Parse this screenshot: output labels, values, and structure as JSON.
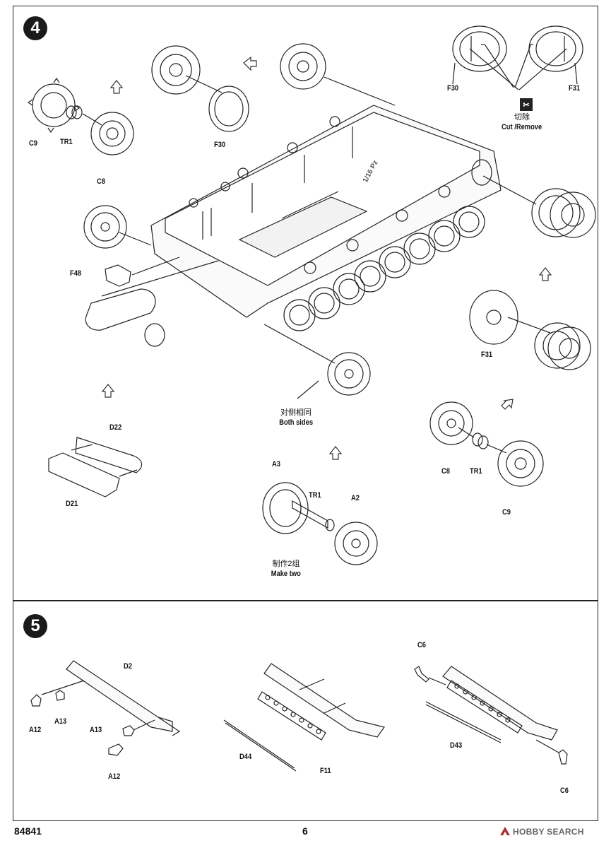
{
  "steps": {
    "step4": {
      "number": "4",
      "parts": {
        "c9_left": "C9",
        "tr1_left": "TR1",
        "c8_left": "C8",
        "f30_middle": "F30",
        "f48": "F48",
        "f30_inset": "F30",
        "f31_inset": "F31",
        "f31_right": "F31",
        "c8_right": "C8",
        "tr1_right": "TR1",
        "c9_right": "C9",
        "d22": "D22",
        "d21": "D21",
        "a3": "A3",
        "tr1_bottom": "TR1",
        "a2": "A2"
      },
      "cut_note": {
        "cn": "切除",
        "en": "Cut /Remove"
      },
      "both_sides_note": {
        "cn": "对侧相同",
        "en": "Both sides"
      },
      "make_two_note": {
        "cn": "制作2组",
        "en": "Make two"
      },
      "hull_marking": "1/16 Pz"
    },
    "step5": {
      "number": "5",
      "parts": {
        "d2": "D2",
        "a12_top": "A12",
        "a13_top": "A13",
        "a13_bottom": "A13",
        "a12_bottom": "A12",
        "d44": "D44",
        "f11": "F11",
        "c6_top": "C6",
        "d43": "D43",
        "c6_bottom": "C6"
      }
    }
  },
  "footer": {
    "product_code": "84841",
    "page_number": "6",
    "watermark": "HOBBY SEARCH"
  }
}
